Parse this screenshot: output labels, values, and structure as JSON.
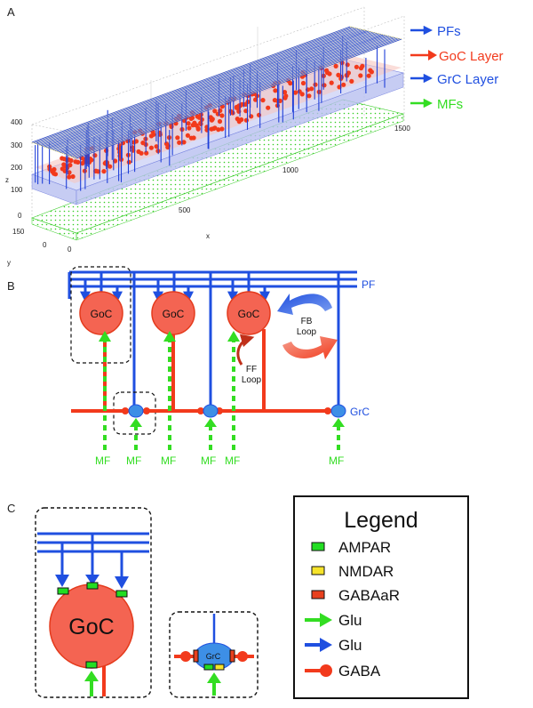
{
  "panel_a": {
    "label": "A",
    "legend": [
      {
        "label": "PFs",
        "color": "#1f4fe0"
      },
      {
        "label": "GoC Layer",
        "color": "#f23a1c"
      },
      {
        "label": "GrC Layer",
        "color": "#1f4fe0"
      },
      {
        "label": "MFs",
        "color": "#33dd22"
      }
    ],
    "z_axis_label": "z",
    "z_ticks": [
      "400",
      "300",
      "200",
      "100",
      "0"
    ],
    "y_axis_label": "y",
    "y_ticks": [
      "150",
      "0"
    ],
    "x_axis_label": "x",
    "x_ticks": [
      "0",
      "500",
      "1000",
      "1500"
    ]
  },
  "panel_b": {
    "label": "B",
    "pf_label": "PF",
    "grc_label": "GrC",
    "goc_label": "GoC",
    "mf_label": "MF",
    "fb_loop": "FB\nLoop",
    "ff_loop": "FF\nLoop"
  },
  "panel_c": {
    "label": "C",
    "goc_label": "GoC",
    "grc_label": "GrC",
    "legend_title": "Legend",
    "legend_items": [
      {
        "label": "AMPAR",
        "kind": "square",
        "color": "#22dd22"
      },
      {
        "label": "NMDAR",
        "kind": "square",
        "color": "#f6e32a"
      },
      {
        "label": "GABAaR",
        "kind": "square",
        "color": "#e8401e"
      },
      {
        "label": "Glu",
        "kind": "arrow",
        "color": "#33dd22"
      },
      {
        "label": "Glu",
        "kind": "arrow",
        "color": "#1f4fe0"
      },
      {
        "label": "GABA",
        "kind": "ball",
        "color": "#f23a1c"
      }
    ]
  },
  "colors": {
    "blue": "#1f4fe0",
    "red": "#f23a1c",
    "goc_fill": "#f46452",
    "green": "#33dd22",
    "grc_fill": "#3d8fe6"
  }
}
